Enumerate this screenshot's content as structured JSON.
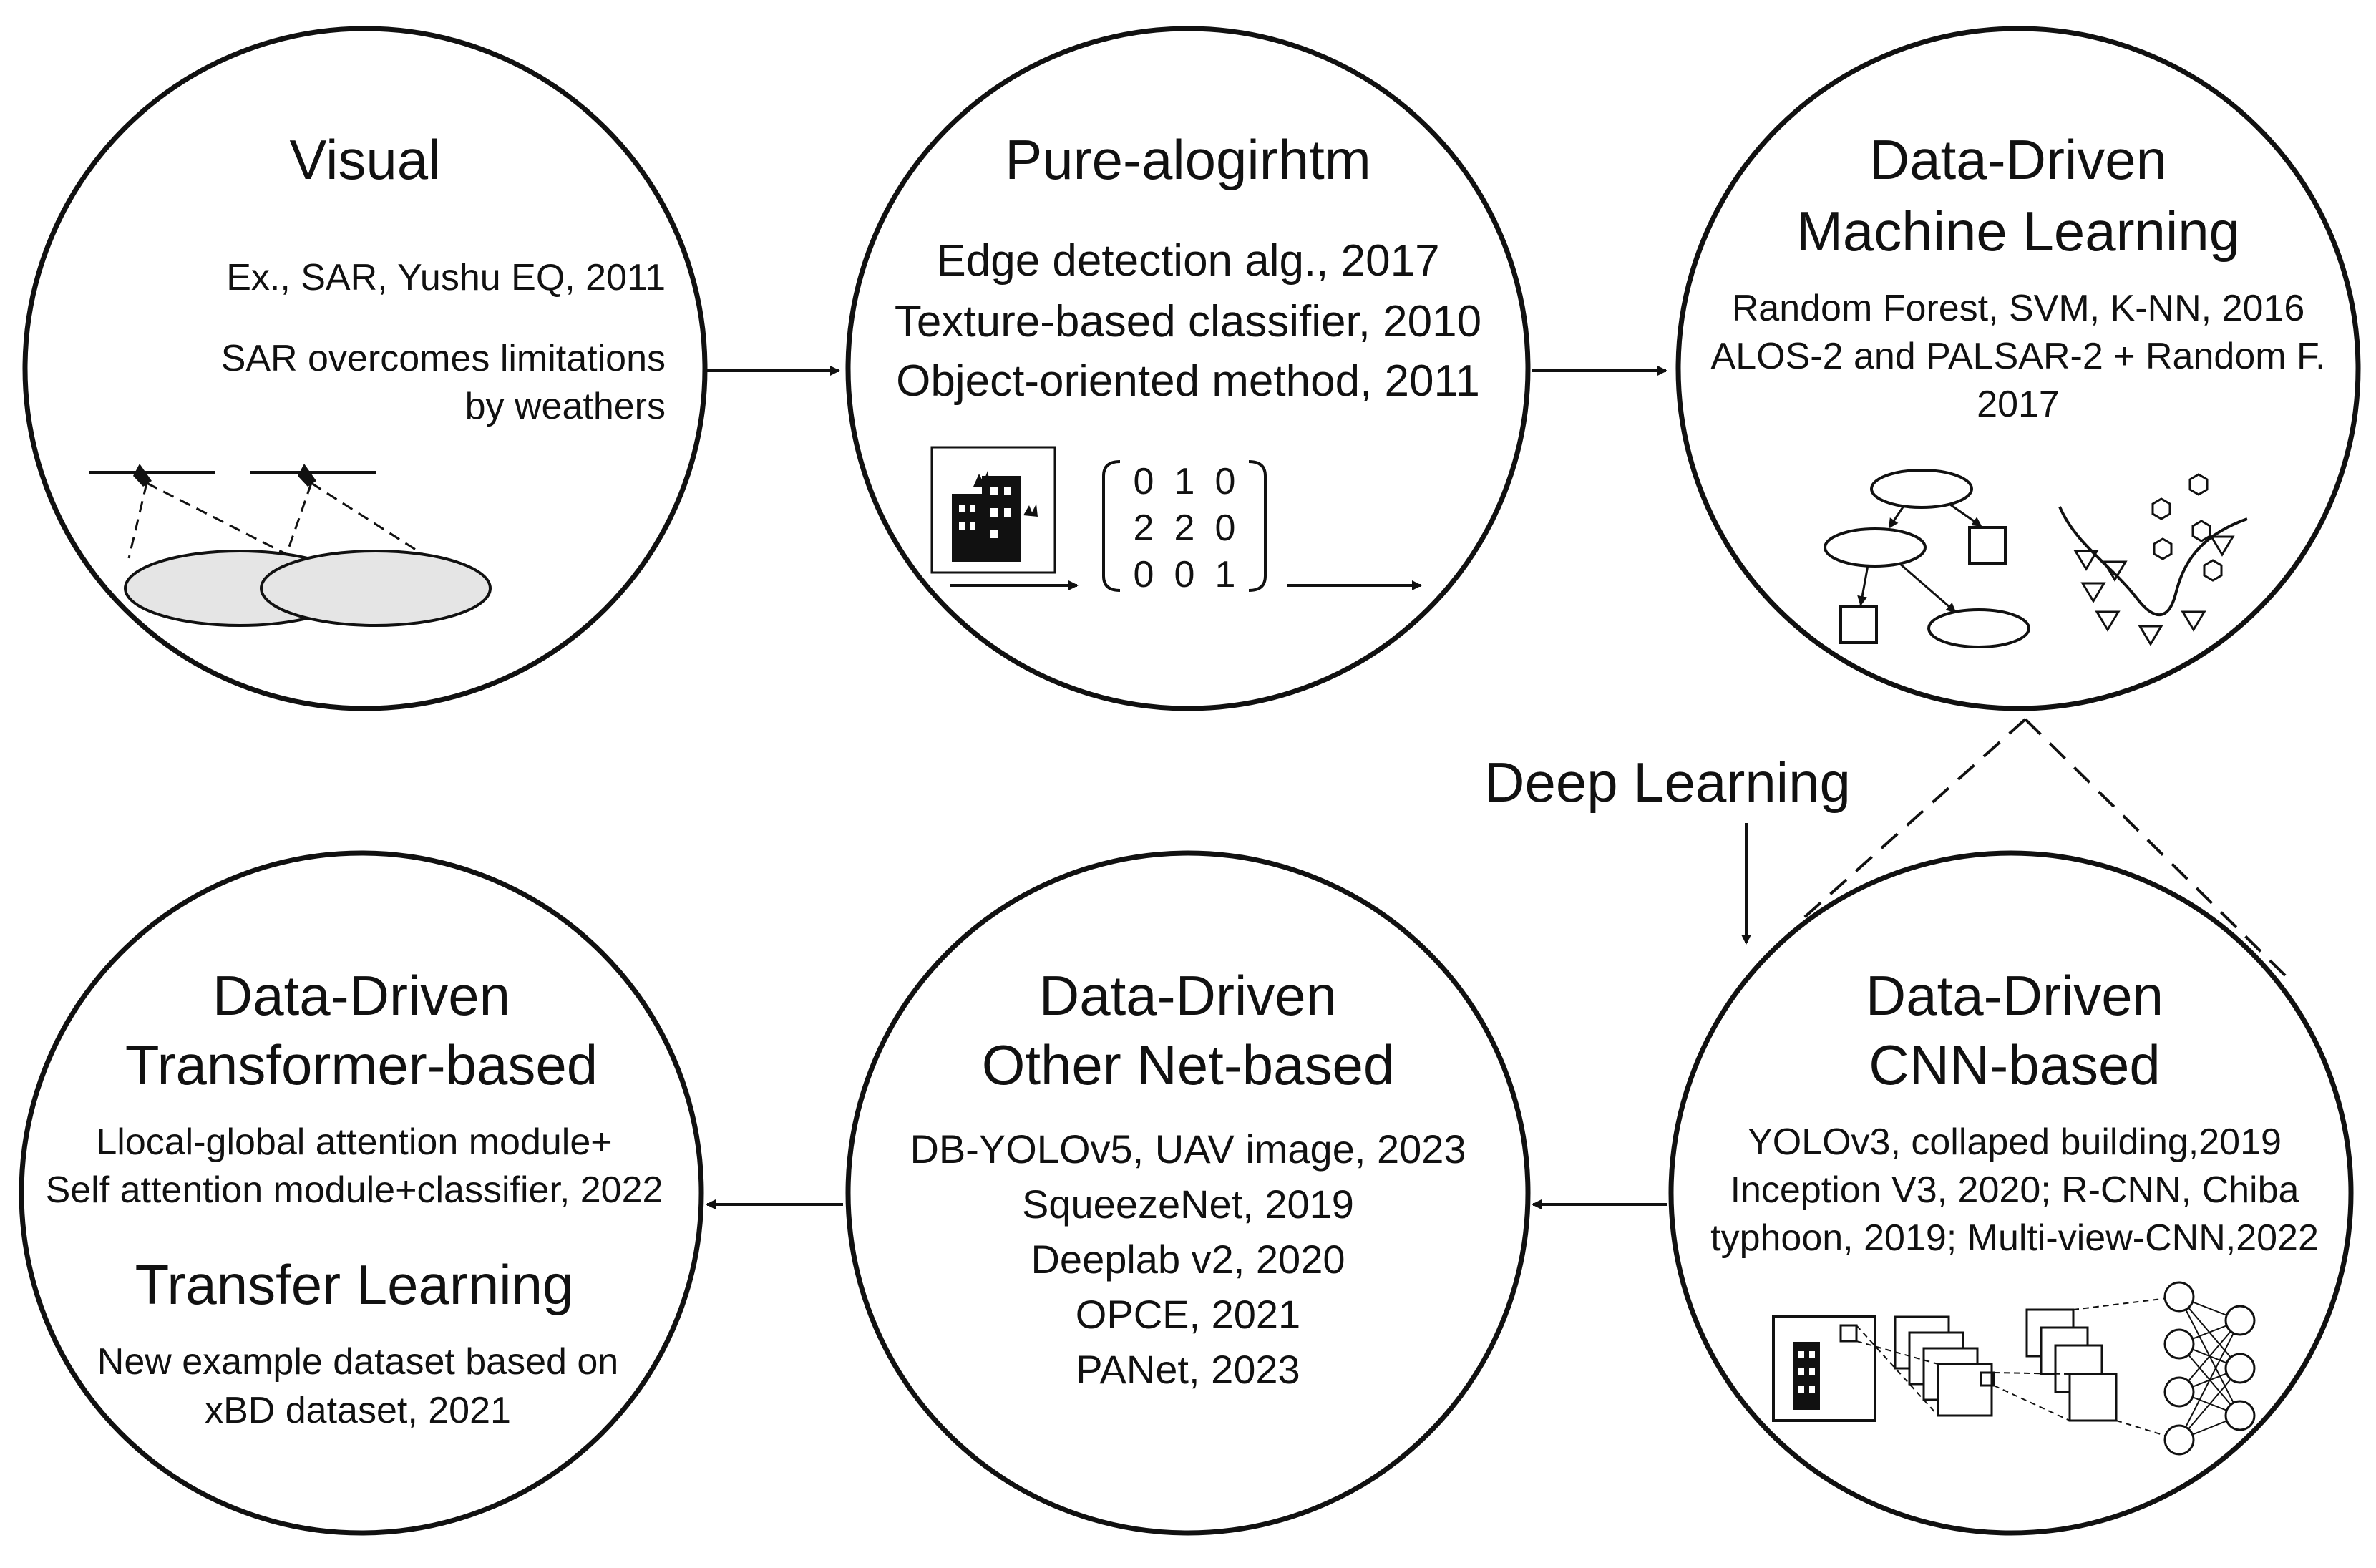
{
  "stages": {
    "visual": {
      "title": "Visual",
      "lines": [
        "Ex., SAR, Yushu EQ, 2011",
        "SAR overcomes limitations",
        "by weathers"
      ]
    },
    "pure": {
      "title": "Pure-alogirhtm",
      "lines": [
        "Edge detection alg., 2017",
        "Texture-based classifier, 2010",
        "Object-oriented method, 2011"
      ],
      "matrix": [
        [
          "0",
          "1",
          "0"
        ],
        [
          "2",
          "2",
          "0"
        ],
        [
          "0",
          "0",
          "1"
        ]
      ]
    },
    "ml": {
      "title_1": "Data-Driven",
      "title_2": "Machine Learning",
      "lines": [
        "Random Forest, SVM, K-NN, 2016",
        "ALOS-2 and PALSAR-2 + Random F.",
        "2017"
      ]
    },
    "cnn": {
      "title_1": "Data-Driven",
      "title_2": "CNN-based",
      "lines": [
        "YOLOv3, collaped building,2019",
        "Inception V3, 2020; R-CNN, Chiba",
        "typhoon, 2019; Multi-view-CNN,2022"
      ]
    },
    "other": {
      "title_1": "Data-Driven",
      "title_2": "Other Net-based",
      "lines": [
        "DB-YOLOv5, UAV image, 2023",
        "SqueezeNet, 2019",
        "Deeplab v2, 2020",
        "OPCE, 2021",
        "PANet, 2023"
      ]
    },
    "transformer": {
      "title_1": "Data-Driven",
      "title_2": "Transformer-based",
      "lines": [
        "Llocal-global attention module+",
        "Self attention module+classifier, 2022"
      ],
      "subtitle": "Transfer Learning",
      "sub_lines": [
        "New example dataset based on",
        "xBD dataset, 2021"
      ]
    }
  },
  "deep_learning_label": "Deep Learning",
  "icons": [
    "satellite-icon",
    "building-icon",
    "decision-tree-icon",
    "svm-boundary-icon",
    "cnn-layers-icon",
    "neural-network-icon"
  ]
}
